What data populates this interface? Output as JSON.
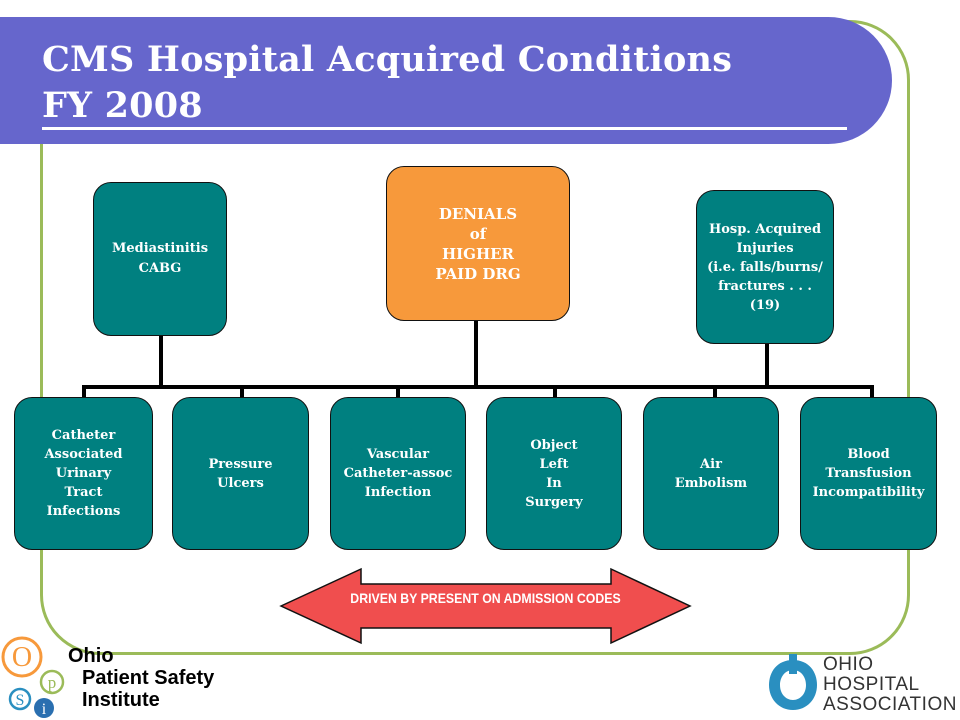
{
  "slide": {
    "title_lines": [
      "CMS Hospital Acquired Conditions",
      "FY 2008"
    ]
  },
  "diagram": {
    "top_nodes": [
      {
        "text": "Mediastinitis\nCABG"
      },
      {
        "text": "DENIALS\nof\nHIGHER\nPAID DRG"
      },
      {
        "text": "Hosp. Acquired\nInjuries\n(i.e. falls/burns/\nfractures . . .\n(19)"
      }
    ],
    "bottom_nodes": [
      {
        "text": "Catheter\nAssociated\nUrinary\nTract\nInfections"
      },
      {
        "text": "Pressure\nUlcers"
      },
      {
        "text": "Vascular\nCatheter-assoc\nInfection"
      },
      {
        "text": "Object\nLeft\nIn\nSurgery"
      },
      {
        "text": "Air\nEmbolism"
      },
      {
        "text": "Blood\nTransfusion\nIncompatibility"
      }
    ],
    "arrow_label": "DRIVEN BY PRESENT ON ADMISSION CODES"
  },
  "logos": {
    "opsi": {
      "letters": [
        "O",
        "p",
        "S",
        "i"
      ],
      "lines": [
        "Ohio",
        "Patient Safety",
        "Institute"
      ]
    },
    "oha": {
      "lines": [
        "OHIO",
        "HOSPITAL",
        "ASSOCIATION"
      ]
    }
  },
  "colors": {
    "banner": "#6666cc",
    "frame": "#9bbb59",
    "teal_box": "#008080",
    "orange_box": "#f7993b",
    "arrow": "#f04e4e",
    "oha_blue": "#2a8fc0"
  }
}
